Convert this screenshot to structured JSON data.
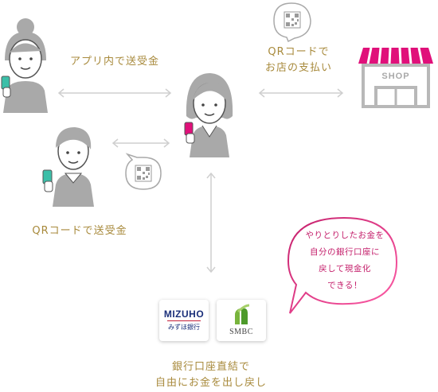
{
  "labels": {
    "app_transfer": "アプリ内で送受金",
    "qr_pay_line1": "QRコードで",
    "qr_pay_line2": "お店の支払い",
    "qr_transfer": "QRコードで送受金",
    "bank_line1": "銀行口座直結で",
    "bank_line2": "自由にお金を出し戻し"
  },
  "shop": {
    "sign": "SHOP"
  },
  "banks": {
    "mizuho_name": "MIZUHO",
    "mizuho_sub": "みずほ銀行",
    "smbc_name": "SMBC"
  },
  "bubble": {
    "line1": "やりとりしたお金を",
    "line2": "自分の銀行口座に",
    "line3": "戻して現金化",
    "line4": "できる！"
  },
  "colors": {
    "person": "#a9a9a9",
    "person_dark": "#555555",
    "arrow": "#cfcfcf",
    "label": "#a88a3c",
    "accent_pink": "#e0107a",
    "accent_teal": "#3bbfa8",
    "mizuho_blue": "#1a2f7a",
    "smbc_green": "#78b43c"
  }
}
